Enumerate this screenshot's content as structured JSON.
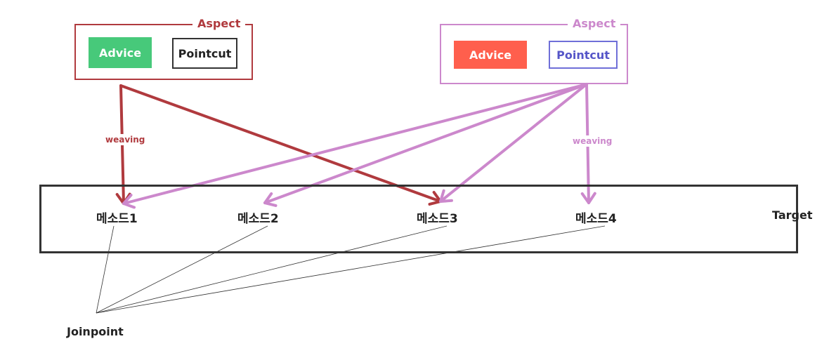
{
  "aspects": [
    {
      "title": "Aspect",
      "color": "#b03a3e",
      "advice": {
        "label": "Advice",
        "fill": "#47c97a",
        "text_color": "#ffffff"
      },
      "pointcut": {
        "label": "Pointcut",
        "border": "#333333",
        "text_color": "#222222"
      },
      "weaving_label": "weaving"
    },
    {
      "title": "Aspect",
      "color": "#cc88cc",
      "advice": {
        "label": "Advice",
        "fill": "#ff5f4d",
        "text_color": "#ffffff"
      },
      "pointcut": {
        "label": "Pointcut",
        "border": "#6f6fd8",
        "text_color": "#5656c8"
      },
      "weaving_label": "weaving"
    }
  ],
  "target": {
    "label": "Target",
    "methods": [
      "메소드1",
      "메소드2",
      "메소드3",
      "메소드4"
    ]
  },
  "joinpoint_label": "Joinpoint",
  "arrows": [
    {
      "from_aspect": 0,
      "to_method": 0
    },
    {
      "from_aspect": 0,
      "to_method": 2
    },
    {
      "from_aspect": 1,
      "to_method": 0
    },
    {
      "from_aspect": 1,
      "to_method": 1
    },
    {
      "from_aspect": 1,
      "to_method": 2
    },
    {
      "from_aspect": 1,
      "to_method": 3
    }
  ]
}
